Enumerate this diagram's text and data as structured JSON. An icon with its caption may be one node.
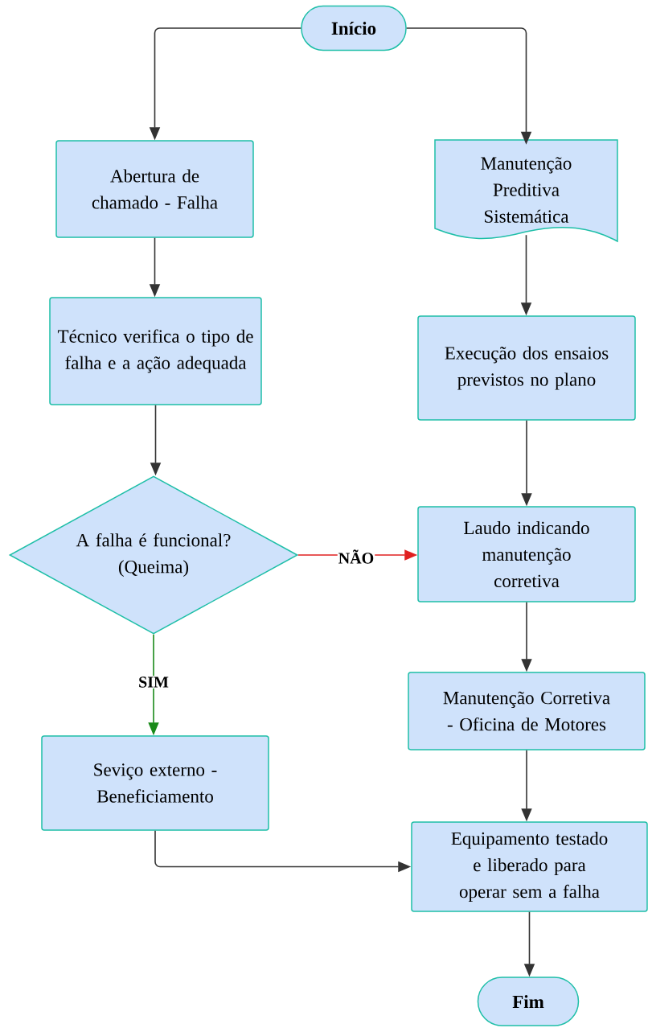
{
  "diagram": {
    "nodes": [
      {
        "text": [
          "Início"
        ]
      },
      {
        "text": [
          "Abertura de chamado - Falha"
        ]
      },
      {
        "text": [
          "Manutenção Preditiva Sistemática"
        ]
      },
      {
        "text": [
          "Técnico verifica o tipo de falha e a ação adequada"
        ]
      },
      {
        "text": [
          "Execução dos ensaios previstos no plano"
        ]
      },
      {
        "text": [
          "A falha é funcional? (Queima)"
        ]
      },
      {
        "text": [
          "Laudo indicando manutenção corretiva"
        ]
      },
      {
        "text": [
          "Manutenção Corretiva - Oficina de Motores"
        ]
      },
      {
        "text": [
          "Seviço externo - Beneficiamento"
        ]
      },
      {
        "text": [
          "Equipamento testado e liberado para operar sem a falha"
        ]
      },
      {
        "text": [
          "Fim"
        ]
      }
    ],
    "edges": [
      {
        "from": 0,
        "to": 1,
        "arrow": "to"
      },
      {
        "from": 0,
        "to": 2,
        "arrow": "to"
      },
      {
        "from": 1,
        "to": 3,
        "arrow": "to"
      },
      {
        "from": 3,
        "to": 5,
        "arrow": "to"
      },
      {
        "from": 2,
        "to": 4,
        "arrow": "to"
      },
      {
        "from": 4,
        "to": 6,
        "arrow": "to"
      },
      {
        "from": 5,
        "to": 6,
        "arrow": "to",
        "label": "NÃO",
        "color": "#e02020"
      },
      {
        "from": 5,
        "to": 8,
        "arrow": "to",
        "label": "SIM",
        "color": "#1a8a1a"
      },
      {
        "from": 6,
        "to": 7,
        "arrow": "to"
      },
      {
        "from": 7,
        "to": 9,
        "arrow": "to"
      },
      {
        "from": 8,
        "to": 9,
        "arrow": "to"
      },
      {
        "from": 9,
        "to": 10,
        "arrow": "to"
      }
    ]
  }
}
